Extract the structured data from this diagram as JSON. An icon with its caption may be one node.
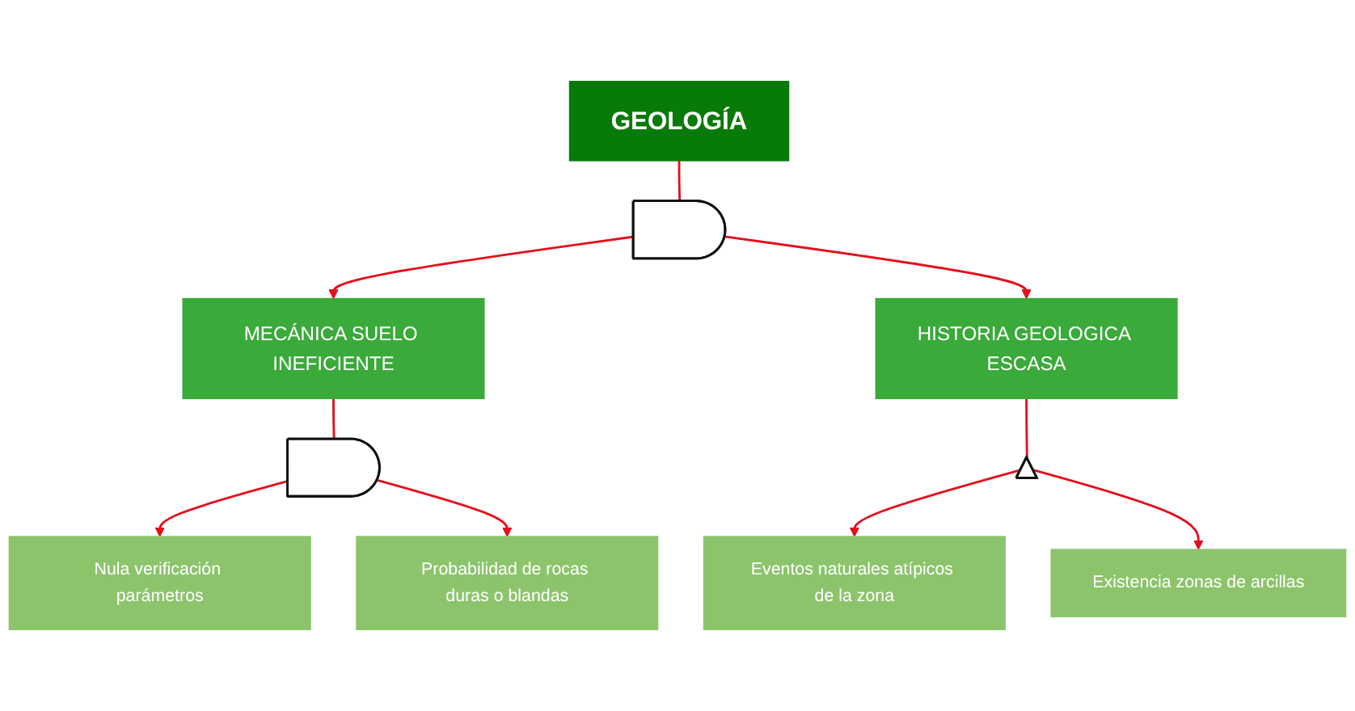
{
  "diagram": {
    "nodes": [
      {
        "text": [
          "GEOLOGÍA"
        ]
      },
      {
        "text": [],
        "shape": "dome"
      },
      {
        "text": [
          "MECÁNICA SUELO INEFICIENTE"
        ]
      },
      {
        "text": [
          "HISTORIA GEOLOGICA ESCASA"
        ]
      },
      {
        "text": [],
        "shape": "dome"
      },
      {
        "text": [],
        "shape": "shield"
      },
      {
        "text": [
          "Nula verificación parámetros"
        ]
      },
      {
        "text": [
          "Probabilidad de rocas duras o blandas"
        ]
      },
      {
        "text": [
          "Eventos naturales atípicos de la zona"
        ]
      },
      {
        "text": [
          "Existencia zonas de arcillas"
        ]
      }
    ],
    "edges": [
      {
        "from": 0,
        "to": 1,
        "arrow": "none"
      },
      {
        "from": 1,
        "to": 2,
        "arrow": "to"
      },
      {
        "from": 1,
        "to": 3,
        "arrow": "to"
      },
      {
        "from": 2,
        "to": 4,
        "arrow": "none"
      },
      {
        "from": 4,
        "to": 6,
        "arrow": "to"
      },
      {
        "from": 4,
        "to": 7,
        "arrow": "to"
      },
      {
        "from": 3,
        "to": 5,
        "arrow": "none"
      },
      {
        "from": 5,
        "to": 8,
        "arrow": "to"
      },
      {
        "from": 5,
        "to": 9,
        "arrow": "to"
      }
    ]
  }
}
